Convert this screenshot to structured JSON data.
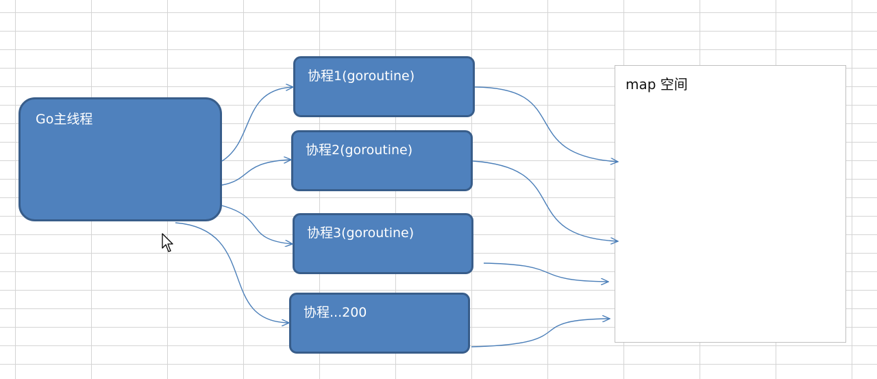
{
  "colors": {
    "node_fill": "#4f81bd",
    "node_border": "#385d8a",
    "node_text": "#ffffff",
    "edge": "#4a7eb8",
    "panel_border": "#bfbfbf"
  },
  "main_thread": {
    "label": "Go主线程"
  },
  "goroutines": [
    {
      "label": "协程1(goroutine)"
    },
    {
      "label": "协程2(goroutine)"
    },
    {
      "label": "协程3(goroutine)"
    },
    {
      "label": "协程...200"
    }
  ],
  "map_space": {
    "label": "map 空间"
  },
  "cursor": {
    "icon": "mouse-pointer-icon"
  }
}
